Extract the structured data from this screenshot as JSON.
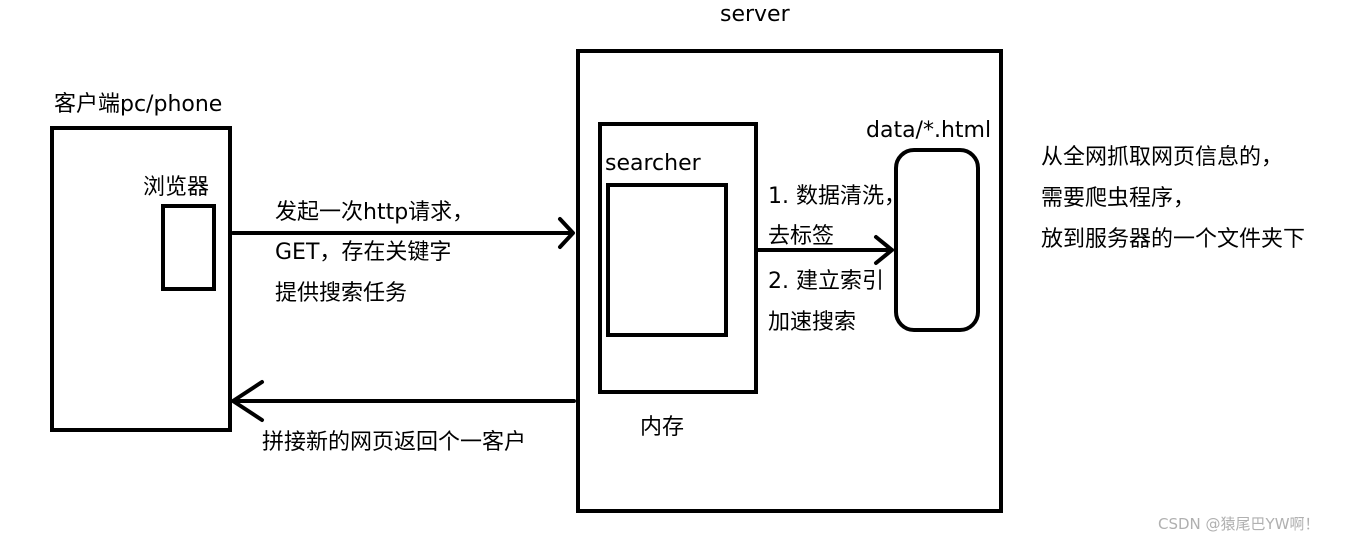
{
  "server": {
    "title": "server",
    "memory_label": "内存",
    "searcher_label": "searcher",
    "data_label": "data/*.html",
    "step1_line1": "1. 数据清洗，",
    "step1_line2": "去标签",
    "step2_line1": "2. 建立索引",
    "step2_line2": "加速搜索"
  },
  "client": {
    "title": "客户端pc/phone",
    "browser_label": "浏览器"
  },
  "request": {
    "line1": "发起一次http请求，",
    "line2": "GET，存在关键字",
    "line3": "提供搜索任务"
  },
  "response": {
    "label": "拼接新的网页返回个一客户"
  },
  "crawler_note": {
    "line1": "从全网抓取网页信息的，",
    "line2": "需要爬虫程序，",
    "line3": "放到服务器的一个文件夹下"
  },
  "watermark": "CSDN @猿尾巴YW啊！",
  "colors": {
    "stroke": "#000000",
    "watermark": "#b0b0b0"
  }
}
